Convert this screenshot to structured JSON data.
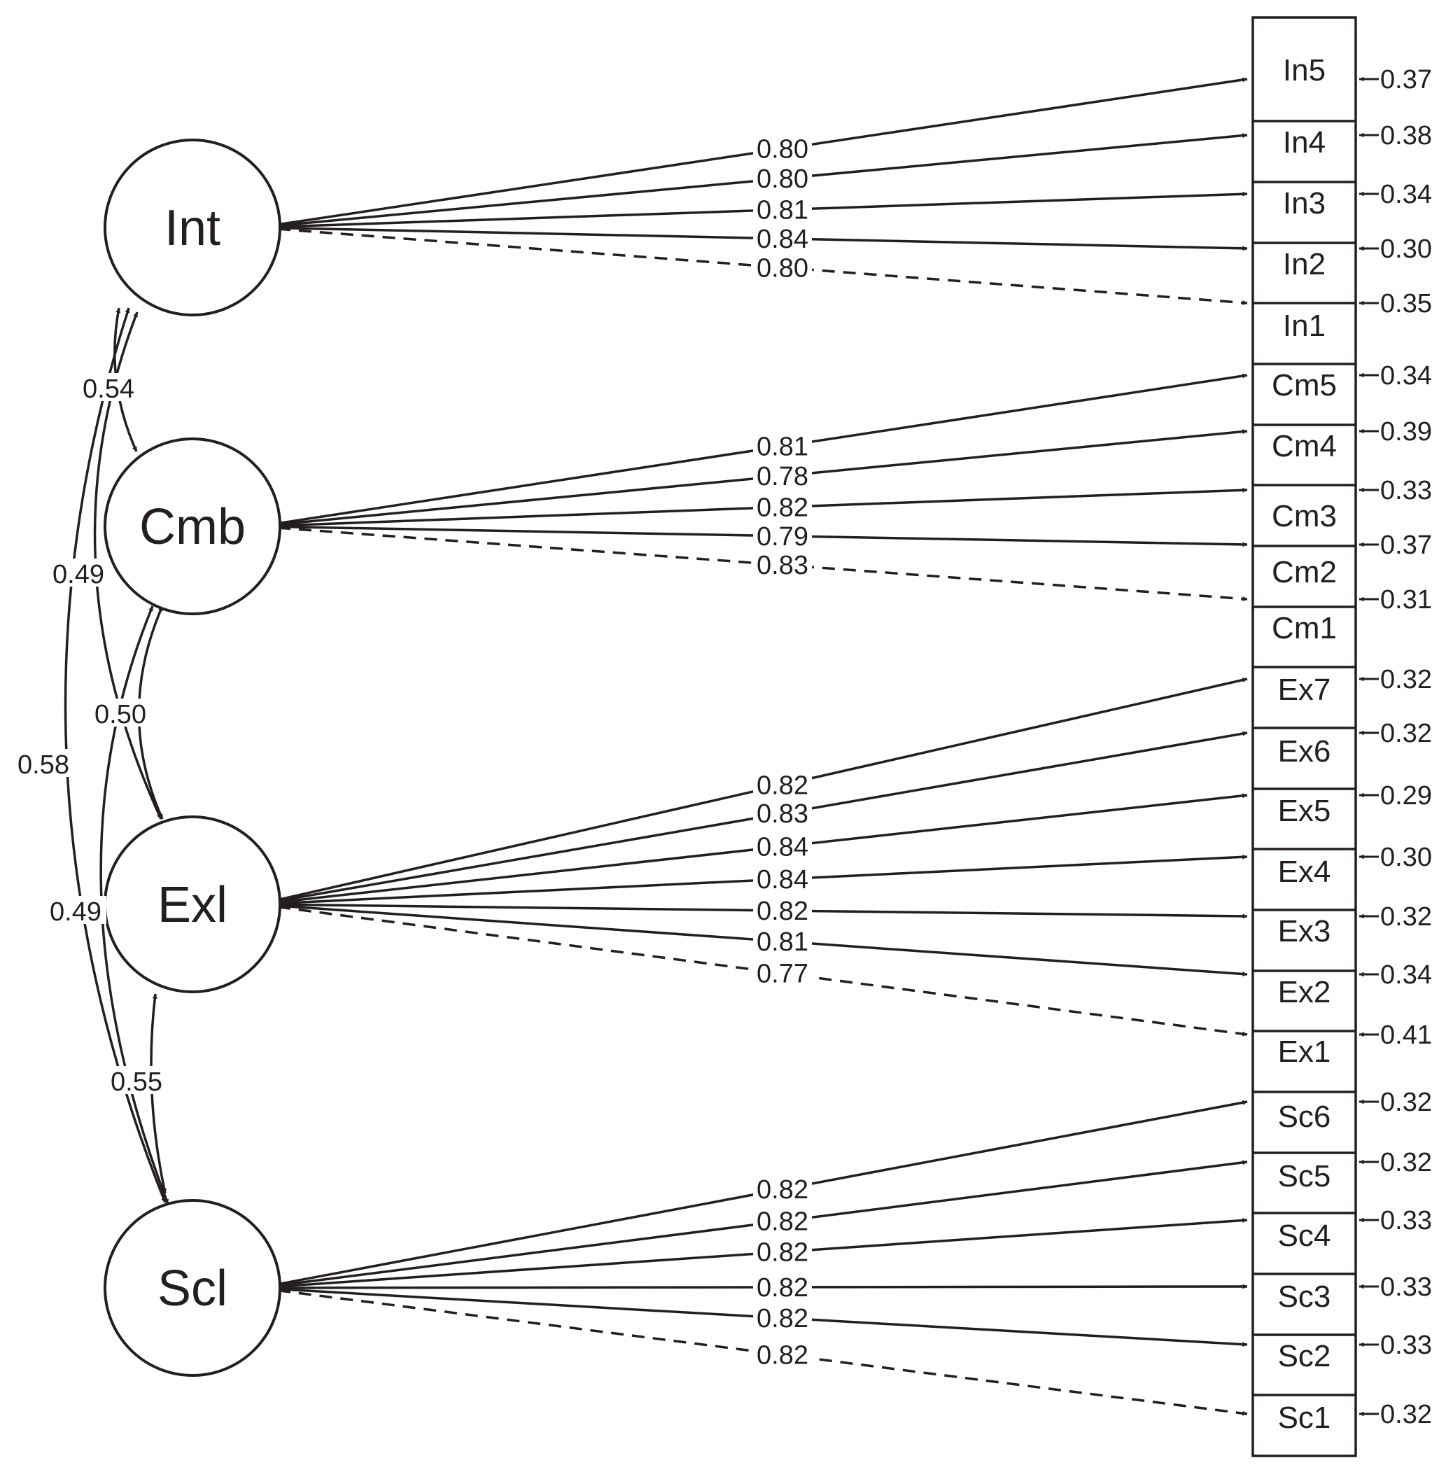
{
  "colors": {
    "ink": "#231f20",
    "background": "#ffffff"
  },
  "latents": [
    {
      "id": "Int",
      "label": "Int"
    },
    {
      "id": "Cmb",
      "label": "Cmb"
    },
    {
      "id": "Exl",
      "label": "Exl"
    },
    {
      "id": "Scl",
      "label": "Scl"
    }
  ],
  "items": [
    {
      "label": "In5",
      "factor": "Int",
      "loading": "0.80",
      "residual": "0.37",
      "dashed": false
    },
    {
      "label": "In4",
      "factor": "Int",
      "loading": "0.80",
      "residual": "0.38",
      "dashed": false
    },
    {
      "label": "In3",
      "factor": "Int",
      "loading": "0.81",
      "residual": "0.34",
      "dashed": false
    },
    {
      "label": "In2",
      "factor": "Int",
      "loading": "0.84",
      "residual": "0.30",
      "dashed": false
    },
    {
      "label": "In1",
      "factor": "Int",
      "loading": "0.80",
      "residual": "0.35",
      "dashed": true
    },
    {
      "label": "Cm5",
      "factor": "Cmb",
      "loading": "0.81",
      "residual": "0.34",
      "dashed": false
    },
    {
      "label": "Cm4",
      "factor": "Cmb",
      "loading": "0.78",
      "residual": "0.39",
      "dashed": false
    },
    {
      "label": "Cm3",
      "factor": "Cmb",
      "loading": "0.82",
      "residual": "0.33",
      "dashed": false
    },
    {
      "label": "Cm2",
      "factor": "Cmb",
      "loading": "0.79",
      "residual": "0.37",
      "dashed": false
    },
    {
      "label": "Cm1",
      "factor": "Cmb",
      "loading": "0.83",
      "residual": "0.31",
      "dashed": true
    },
    {
      "label": "Ex7",
      "factor": "Exl",
      "loading": "0.82",
      "residual": "0.32",
      "dashed": false
    },
    {
      "label": "Ex6",
      "factor": "Exl",
      "loading": "0.83",
      "residual": "0.32",
      "dashed": false
    },
    {
      "label": "Ex5",
      "factor": "Exl",
      "loading": "0.84",
      "residual": "0.29",
      "dashed": false
    },
    {
      "label": "Ex4",
      "factor": "Exl",
      "loading": "0.84",
      "residual": "0.30",
      "dashed": false
    },
    {
      "label": "Ex3",
      "factor": "Exl",
      "loading": "0.82",
      "residual": "0.32",
      "dashed": false
    },
    {
      "label": "Ex2",
      "factor": "Exl",
      "loading": "0.81",
      "residual": "0.34",
      "dashed": false
    },
    {
      "label": "Ex1",
      "factor": "Exl",
      "loading": "0.77",
      "residual": "0.41",
      "dashed": true
    },
    {
      "label": "Sc6",
      "factor": "Scl",
      "loading": "0.82",
      "residual": "0.32",
      "dashed": false
    },
    {
      "label": "Sc5",
      "factor": "Scl",
      "loading": "0.82",
      "residual": "0.32",
      "dashed": false
    },
    {
      "label": "Sc4",
      "factor": "Scl",
      "loading": "0.82",
      "residual": "0.33",
      "dashed": false
    },
    {
      "label": "Sc3",
      "factor": "Scl",
      "loading": "0.82",
      "residual": "0.33",
      "dashed": false
    },
    {
      "label": "Sc2",
      "factor": "Scl",
      "loading": "0.82",
      "residual": "0.33",
      "dashed": false
    },
    {
      "label": "Sc1",
      "factor": "Scl",
      "loading": "0.82",
      "residual": "0.32",
      "dashed": true
    }
  ],
  "correlations": [
    {
      "from": "Int",
      "to": "Cmb",
      "value": "0.54"
    },
    {
      "from": "Int",
      "to": "Exl",
      "value": "0.49"
    },
    {
      "from": "Int",
      "to": "Scl",
      "value": "0.58"
    },
    {
      "from": "Cmb",
      "to": "Exl",
      "value": "0.50"
    },
    {
      "from": "Cmb",
      "to": "Scl",
      "value": "0.49"
    },
    {
      "from": "Exl",
      "to": "Scl",
      "value": "0.55"
    }
  ]
}
